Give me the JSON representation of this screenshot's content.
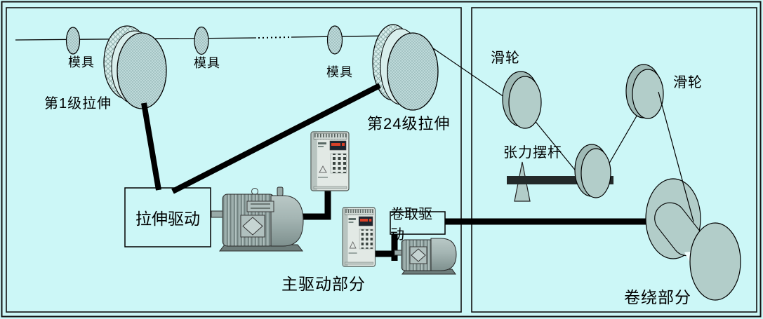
{
  "colors": {
    "background": "#ccf7f7",
    "ink": "#000000",
    "drum_fill": "#bedada",
    "hatch_fill": "#d8eeec",
    "pulley_fill": "#b2cdc9",
    "pulley_back": "#9fbab6",
    "metal_light": "#b0c0be",
    "metal_mid": "#98aaa8",
    "metal_dark": "#6d7d7b",
    "vfd_face": "#e2e9e5",
    "display_red": "#d94028",
    "bar_dark": "#232a2a"
  },
  "left_panel": {
    "die1_label": "模具",
    "die2_label": "模具",
    "die3_label": "模具",
    "stage1_label": "第1级拉伸",
    "stage24_label": "第24级拉伸",
    "draw_drive_label": "拉伸驱动",
    "main_drive_label": "主驱动部分",
    "takeup_drive_label": "卷取驱动"
  },
  "right_panel": {
    "pulley1_label": "滑轮",
    "pulley2_label": "滑轮",
    "tension_lever_label": "张力摆杆",
    "winding_label": "卷绕部分"
  }
}
